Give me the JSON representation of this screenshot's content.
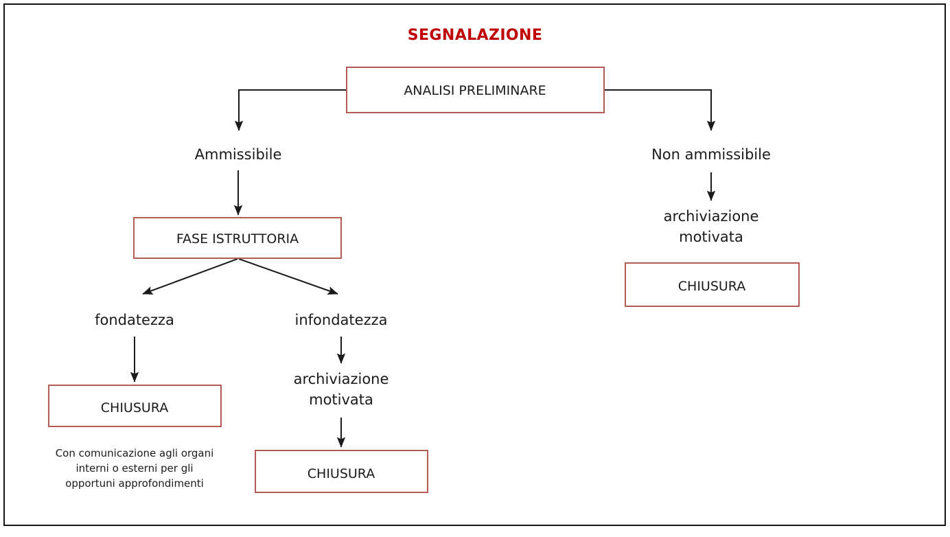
{
  "page": {
    "title": "SEGNALAZIONE",
    "title_color": "#c00000",
    "box_border_color": "#b45a55",
    "box_fill_color": "#ffffff",
    "connector_color": "#1a1a1a",
    "frame_color": "#151515",
    "background_color": "#ffffff"
  },
  "chart_data": {
    "type": "diagram",
    "title": "SEGNALAZIONE",
    "nodes": [
      {
        "id": "analisi-preliminare",
        "label": "ANALISI PRELIMINARE",
        "shape": "box"
      },
      {
        "id": "ammissibile",
        "label": "Ammissibile",
        "shape": "text"
      },
      {
        "id": "non-ammissibile",
        "label": "Non ammissibile",
        "shape": "text"
      },
      {
        "id": "fase-istruttoria",
        "label": "FASE ISTRUTTORIA",
        "shape": "box"
      },
      {
        "id": "archiviazione-motivata-destra",
        "label": "archiviazione motivata",
        "shape": "text"
      },
      {
        "id": "chiusura-destra",
        "label": "CHIUSURA",
        "shape": "box"
      },
      {
        "id": "fondatezza",
        "label": "fondatezza",
        "shape": "text"
      },
      {
        "id": "infondatezza",
        "label": "infondatezza",
        "shape": "text"
      },
      {
        "id": "chiusura-sinistra",
        "label": "CHIUSURA",
        "shape": "box"
      },
      {
        "id": "nota-sinistra",
        "label": "Con comunicazione agli organi interni o esterni per gli opportuni approfondimenti",
        "shape": "note"
      },
      {
        "id": "archiviazione-motivata-centro",
        "label": "archiviazione motivata",
        "shape": "text"
      },
      {
        "id": "chiusura-centro",
        "label": "CHIUSURA",
        "shape": "box"
      }
    ],
    "edges": [
      {
        "from": "analisi-preliminare",
        "to": "ammissibile",
        "style": "elbow-left-arrow"
      },
      {
        "from": "analisi-preliminare",
        "to": "non-ammissibile",
        "style": "elbow-right-arrow"
      },
      {
        "from": "ammissibile",
        "to": "fase-istruttoria",
        "style": "straight-arrow"
      },
      {
        "from": "non-ammissibile",
        "to": "archiviazione-motivata-destra",
        "style": "straight-arrow"
      },
      {
        "from": "archiviazione-motivata-destra",
        "to": "chiusura-destra",
        "style": "adjacent"
      },
      {
        "from": "fase-istruttoria",
        "to": "fondatezza",
        "style": "diagonal-arrow"
      },
      {
        "from": "fase-istruttoria",
        "to": "infondatezza",
        "style": "diagonal-arrow"
      },
      {
        "from": "fondatezza",
        "to": "chiusura-sinistra",
        "style": "straight-arrow"
      },
      {
        "from": "chiusura-sinistra",
        "to": "nota-sinistra",
        "style": "adjacent"
      },
      {
        "from": "infondatezza",
        "to": "archiviazione-motivata-centro",
        "style": "straight-arrow"
      },
      {
        "from": "archiviazione-motivata-centro",
        "to": "chiusura-centro",
        "style": "straight-arrow"
      }
    ]
  },
  "labels": {
    "title": "SEGNALAZIONE",
    "analisi_preliminare": "ANALISI PRELIMINARE",
    "ammissibile": "Ammissibile",
    "non_ammissibile": "Non ammissibile",
    "fase_istruttoria": "FASE ISTRUTTORIA",
    "archiviazione_line1_right": "archiviazione",
    "archiviazione_line2_right": "motivata",
    "chiusura_right": "CHIUSURA",
    "fondatezza": "fondatezza",
    "infondatezza": "infondatezza",
    "chiusura_left": "CHIUSURA",
    "note_line1": "Con comunicazione agli organi",
    "note_line2": "interni o esterni per gli",
    "note_line3": "opportuni approfondimenti",
    "archiviazione_line1_center": "archiviazione",
    "archiviazione_line2_center": "motivata",
    "chiusura_center": "CHIUSURA"
  }
}
